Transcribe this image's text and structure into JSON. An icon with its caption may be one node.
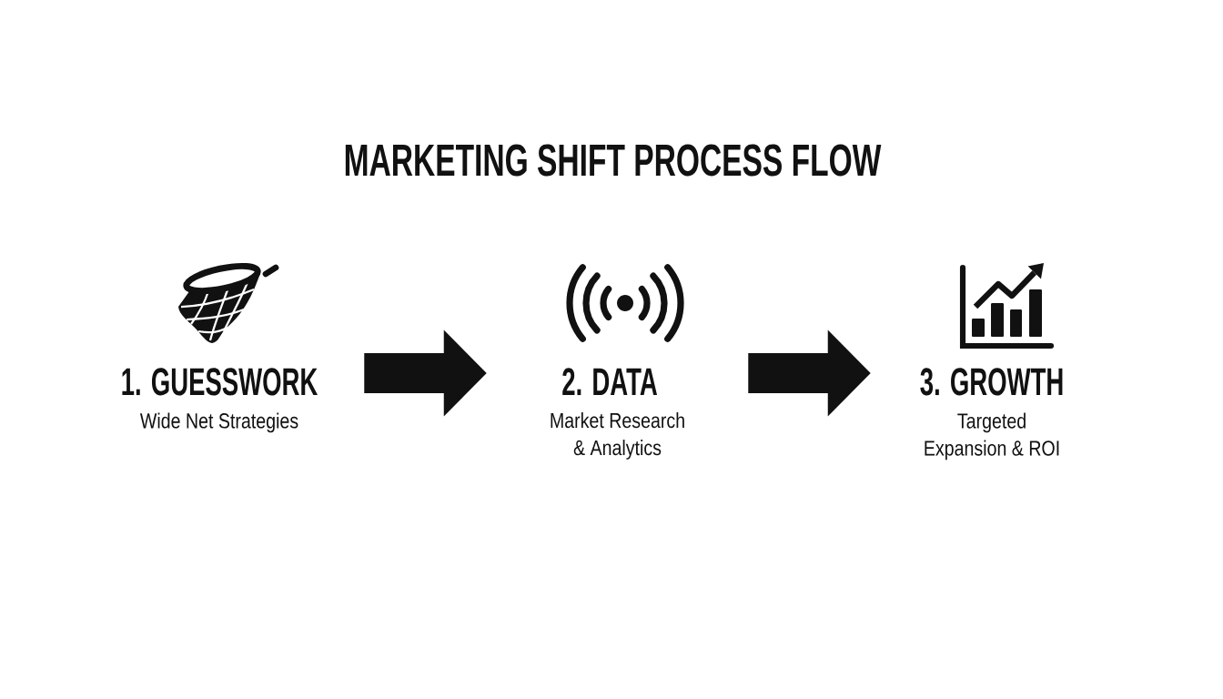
{
  "diagram": {
    "title": "MARKETING SHIFT PROCESS FLOW",
    "nodes": [
      {
        "text": [
          "1. GUESSWORK",
          "Wide Net Strategies"
        ]
      },
      {
        "text": [
          "2. DATA",
          "Market Research & Analytics"
        ]
      },
      {
        "text": [
          "3. GROWTH",
          "Targeted Expansion & ROI"
        ]
      }
    ],
    "edges": [
      {
        "from": 0,
        "to": 1,
        "arrow": "to"
      },
      {
        "from": 1,
        "to": 2,
        "arrow": "to"
      }
    ]
  }
}
